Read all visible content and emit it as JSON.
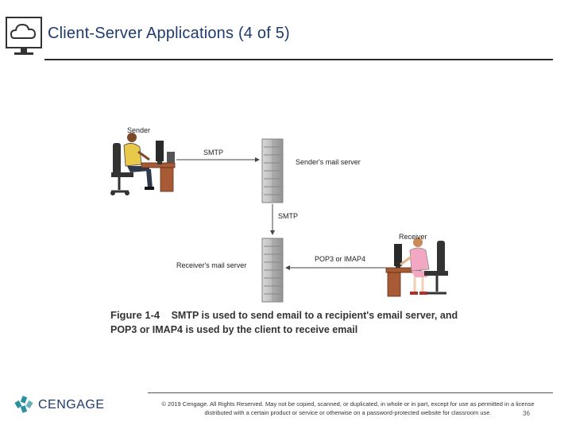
{
  "slide": {
    "title": "Client-Server Applications (4 of 5)",
    "header_icon": "cloud-monitor-icon"
  },
  "diagram": {
    "sender_label": "Sender",
    "smtp_top_label": "SMTP",
    "senders_server_label": "Sender's mail server",
    "smtp_middle_label": "SMTP",
    "receiver_label": "Receiver",
    "receivers_server_label": "Receiver's mail server",
    "pop_imap_label": "POP3 or IMAP4"
  },
  "caption": {
    "figure_number": "Figure 1-4",
    "line1": "SMTP is used to send email to a recipient's email server, and",
    "line2": "POP3 or IMAP4 is used by the client to receive email"
  },
  "footer": {
    "logo_text": "CENGAGE",
    "copyright_line1": "© 2019 Cengage. All Rights Reserved. May not be copied, scanned, or duplicated, in whole or in part, except for use as permitted in a license",
    "copyright_line2": "distributed with a certain product or service or otherwise on a password-protected website for classroom use.",
    "page_number": "36"
  },
  "colors": {
    "title": "#1f3a6e",
    "logo_teal": "#2a8fa0",
    "logo_text": "#1f3a6e",
    "server_gray": "#b8b8b8",
    "desk_brown": "#a85a35",
    "receiver_shirt": "#f2a7c3",
    "sender_skin": "#7a4a2a"
  }
}
